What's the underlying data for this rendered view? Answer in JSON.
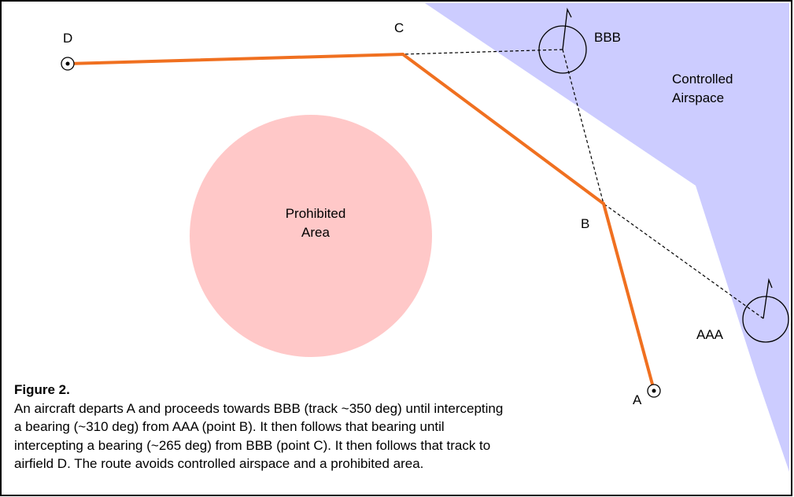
{
  "figure": {
    "title": "Figure 2.",
    "caption_lines": [
      "An aircraft departs A and proceeds towards BBB (track ~350 deg) until intercepting",
      "a bearing (~310 deg) from AAA (point B). It then follows that bearing until",
      "intercepting a bearing (~265 deg) from BBB (point C). It then follows that track to",
      "airfield D. The route avoids controlled airspace and a prohibited area."
    ]
  },
  "points": {
    "a": "A",
    "b": "B",
    "c": "C",
    "d": "D"
  },
  "navaids": {
    "aaa": "AAA",
    "bbb": "BBB"
  },
  "areas": {
    "controlled_line1": "Controlled",
    "controlled_line2": "Airspace",
    "prohibited_line1": "Prohibited",
    "prohibited_line2": "Area"
  },
  "colors": {
    "route": "#f07020",
    "controlled_airspace": "#ccccff",
    "prohibited_area": "#ffc8c8",
    "border": "#000000"
  }
}
